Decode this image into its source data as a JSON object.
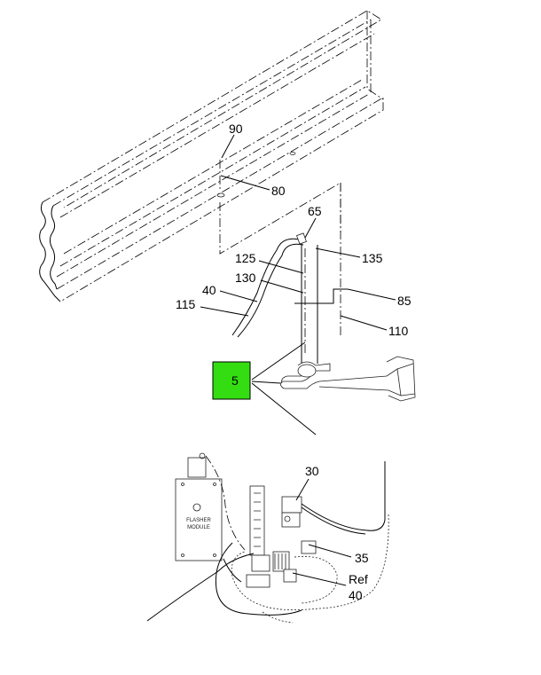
{
  "callouts": {
    "c90": "90",
    "c80": "80",
    "c65": "65",
    "c125": "125",
    "c135": "135",
    "c130": "130",
    "c40": "40",
    "c85": "85",
    "c115": "115",
    "c110": "110",
    "c5": "5",
    "c30": "30",
    "c35": "35",
    "cref": "Ref",
    "c40b": "40"
  },
  "module_text": {
    "line1": "FLASHER",
    "line2": "MODULE"
  },
  "colors": {
    "highlight": "#33dd11",
    "ink": "#000000"
  }
}
